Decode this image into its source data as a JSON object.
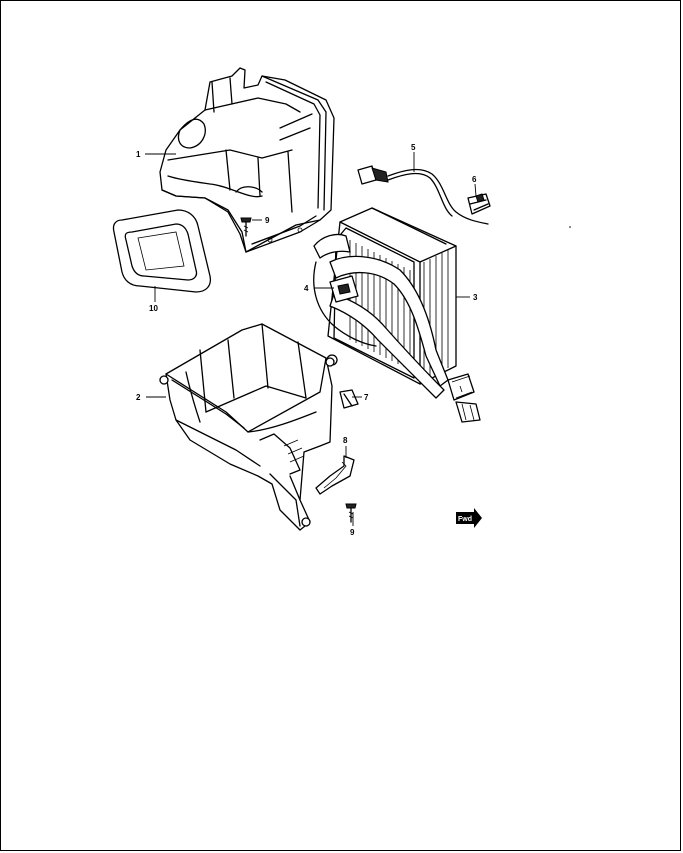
{
  "callouts": [
    {
      "id": "c1",
      "label": "1",
      "part": "upper-evaporator-case"
    },
    {
      "id": "c2",
      "label": "2",
      "part": "lower-evaporator-case"
    },
    {
      "id": "c3",
      "label": "3",
      "part": "evaporator-core"
    },
    {
      "id": "c4",
      "label": "4",
      "part": "expansion-valve"
    },
    {
      "id": "c5",
      "label": "5",
      "part": "thermistor-wire"
    },
    {
      "id": "c6",
      "label": "6",
      "part": "thermistor-clip"
    },
    {
      "id": "c7",
      "label": "7",
      "part": "clip"
    },
    {
      "id": "c8",
      "label": "8",
      "part": "gasket"
    },
    {
      "id": "c9a",
      "label": "9",
      "part": "screw-upper"
    },
    {
      "id": "c9b",
      "label": "9",
      "part": "screw-lower"
    },
    {
      "id": "c10",
      "label": "10",
      "part": "seal-ring"
    }
  ],
  "front_marker": {
    "label": "Fwd",
    "icon": "front-arrow-icon"
  },
  "colors": {
    "line": "#000000",
    "background": "#ffffff"
  }
}
